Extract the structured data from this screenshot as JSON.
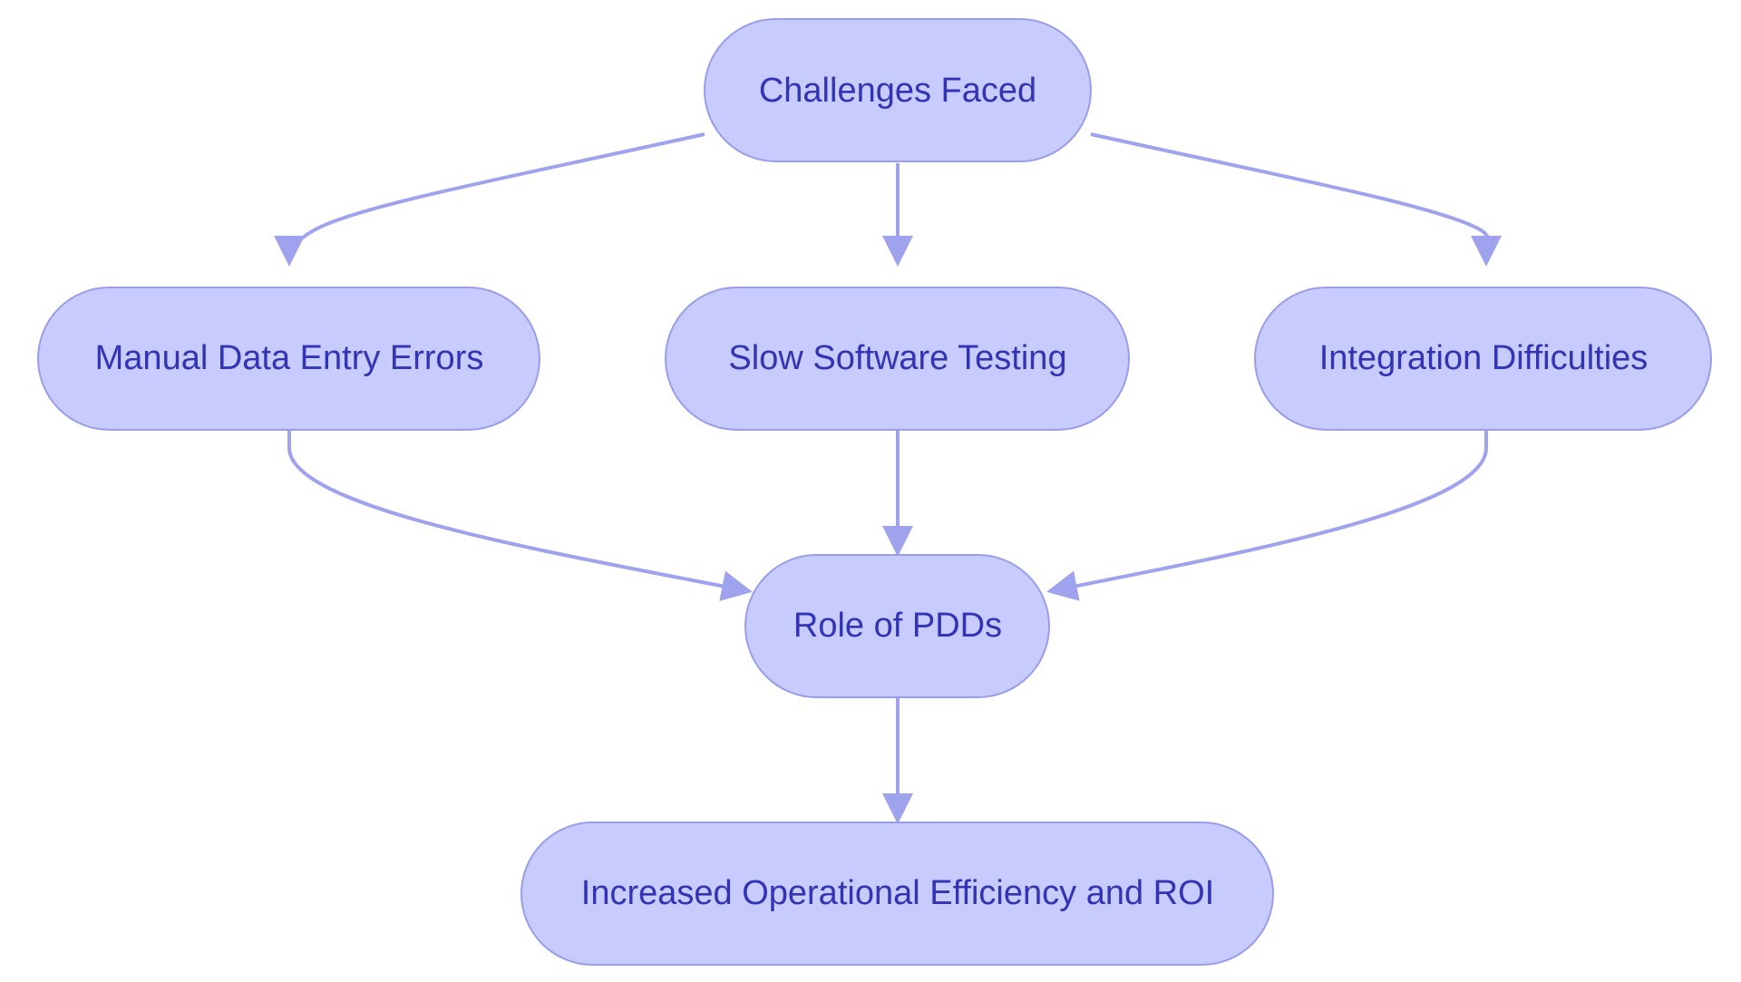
{
  "diagram": {
    "type": "flowchart",
    "colors": {
      "node_fill": "#c8cbfd",
      "node_stroke": "#9a9eea",
      "edge": "#9fa3ee",
      "text": "#3134b4",
      "background": "#ffffff"
    },
    "nodes": [
      {
        "id": "challenges",
        "label": "Challenges Faced"
      },
      {
        "id": "manual",
        "label": "Manual Data Entry Errors"
      },
      {
        "id": "slow",
        "label": "Slow Software Testing"
      },
      {
        "id": "integration",
        "label": "Integration Difficulties"
      },
      {
        "id": "role",
        "label": "Role of PDDs"
      },
      {
        "id": "efficiency",
        "label": "Increased Operational Efficiency and ROI"
      }
    ],
    "edges": [
      {
        "from": "challenges",
        "to": "manual"
      },
      {
        "from": "challenges",
        "to": "slow"
      },
      {
        "from": "challenges",
        "to": "integration"
      },
      {
        "from": "manual",
        "to": "role"
      },
      {
        "from": "slow",
        "to": "role"
      },
      {
        "from": "integration",
        "to": "role"
      },
      {
        "from": "role",
        "to": "efficiency"
      }
    ]
  }
}
